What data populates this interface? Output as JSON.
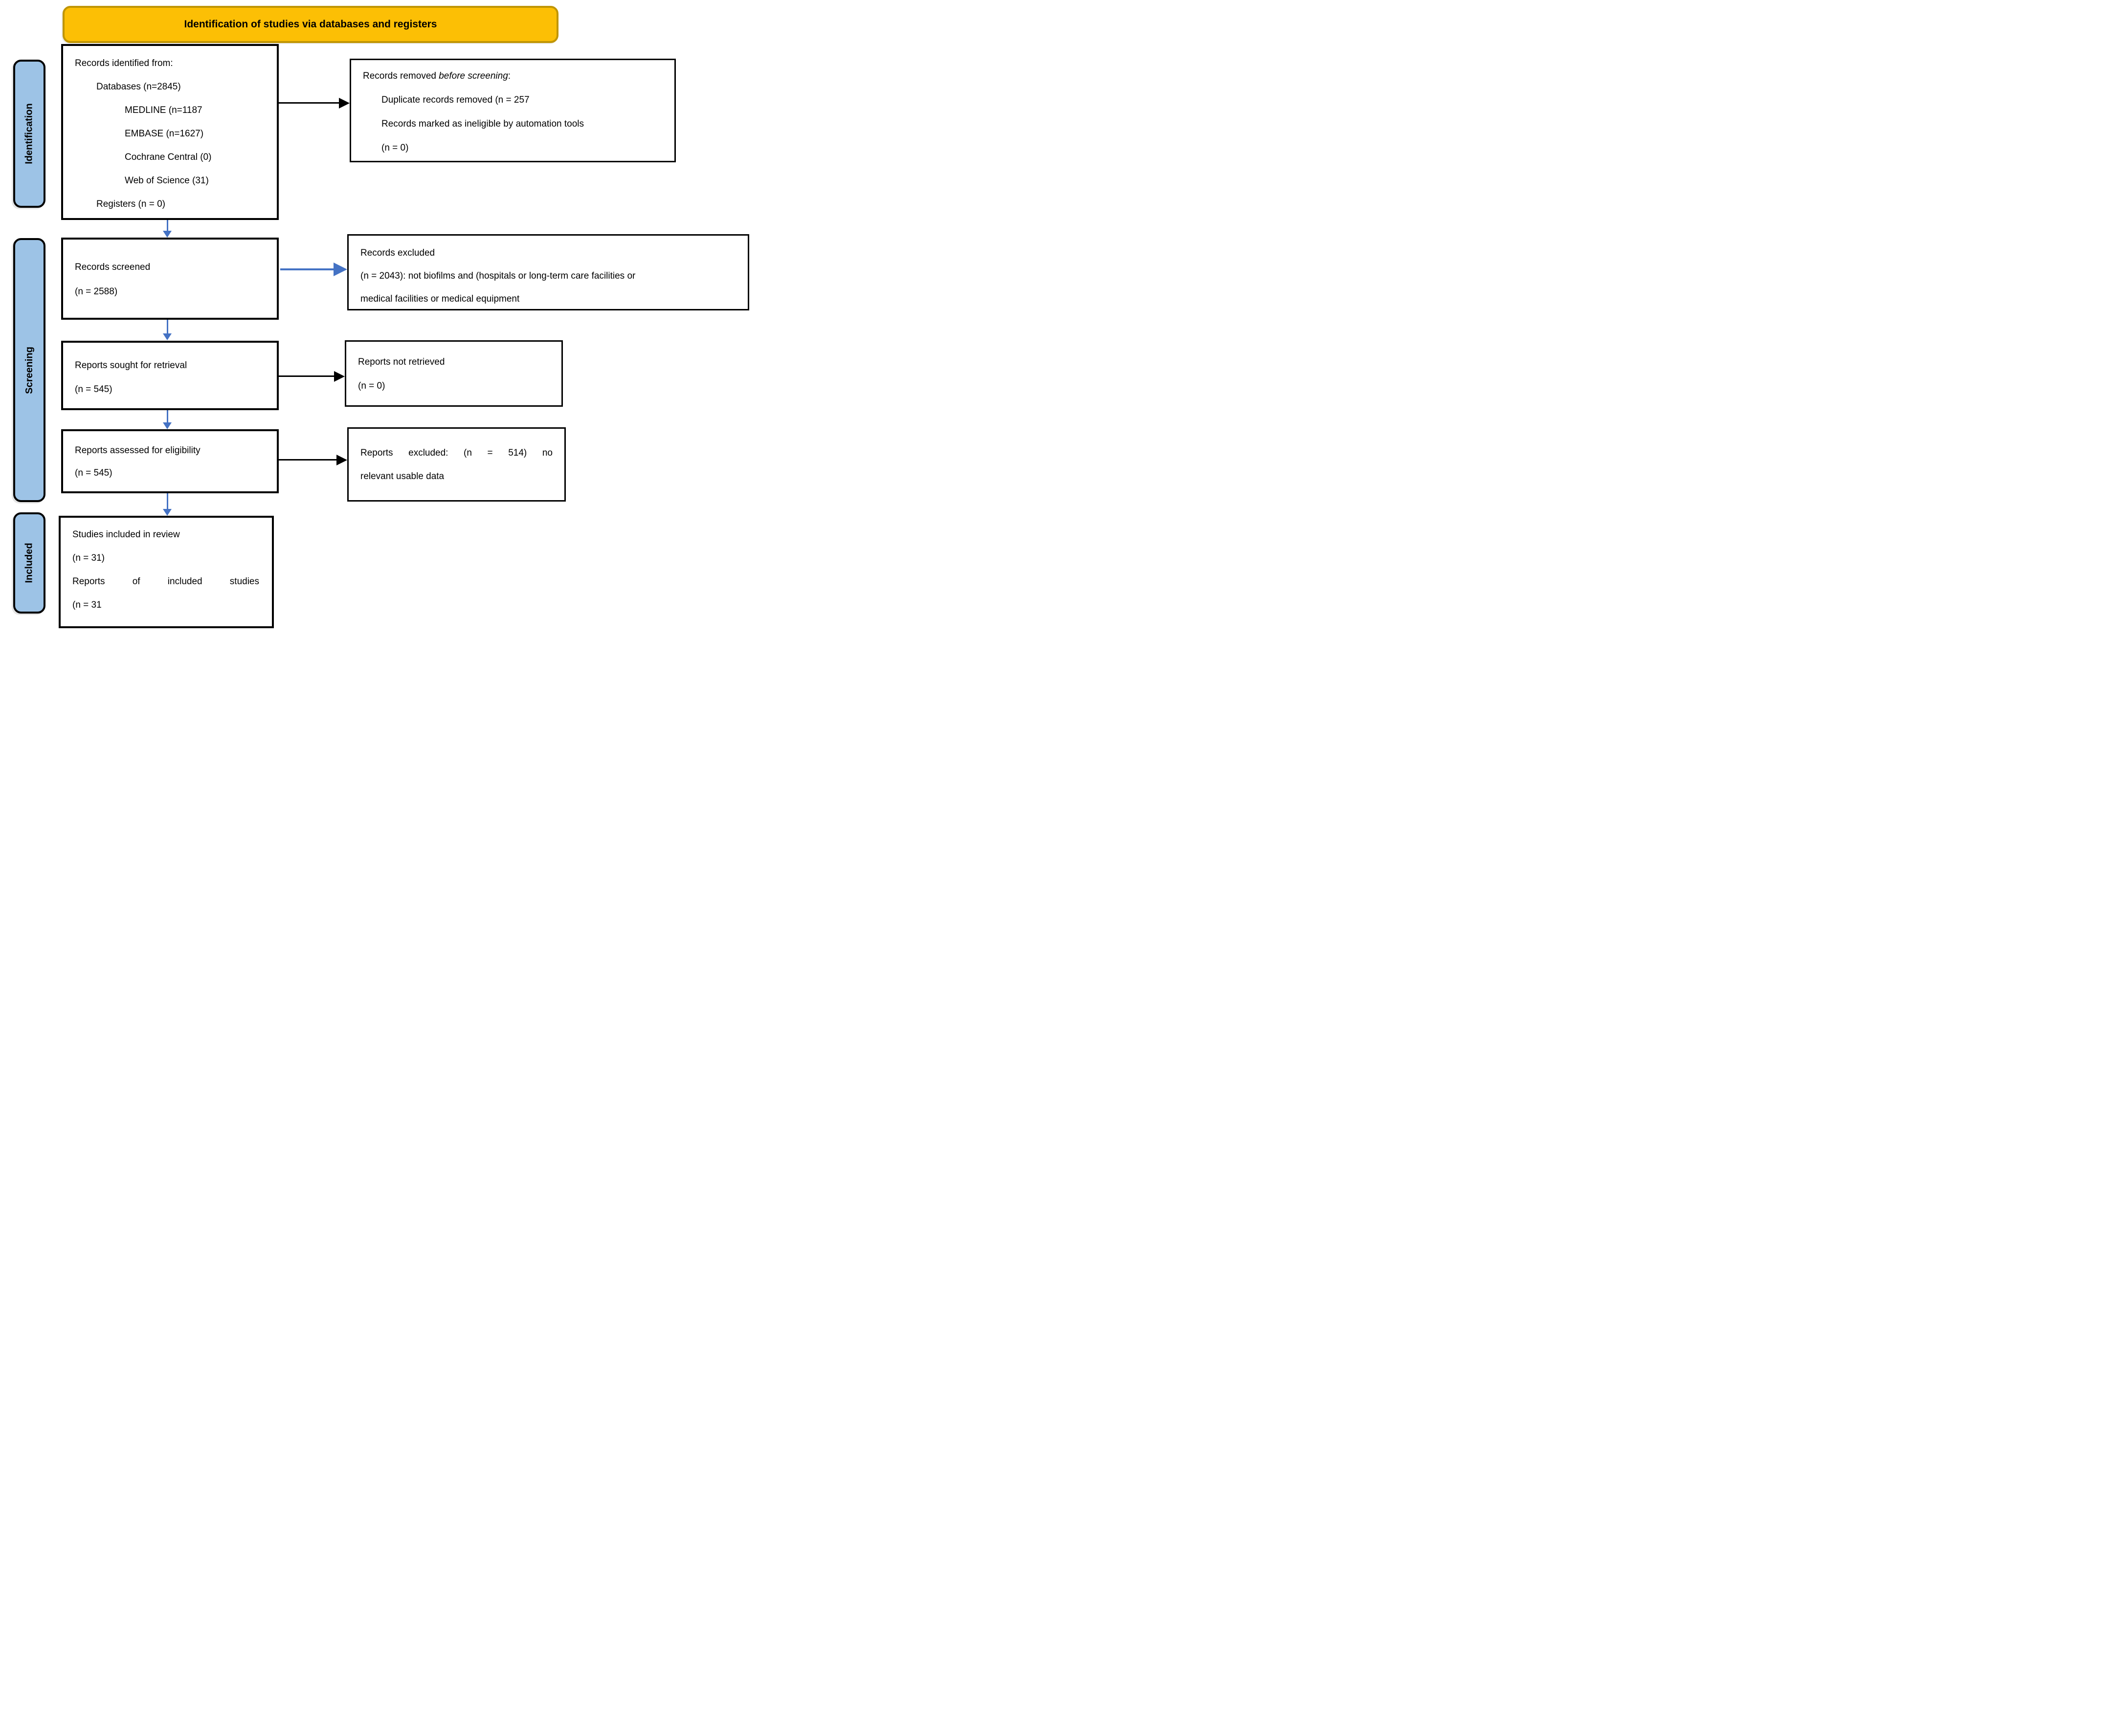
{
  "banner": {
    "title": "Identification of studies via databases and registers"
  },
  "sidebar": {
    "identification": "Identification",
    "screening": "Screening",
    "included": "Included"
  },
  "boxes": {
    "records_identified": {
      "lines": [
        "Records identified from:",
        "Databases (n=2845)",
        "MEDLINE (n=1187",
        "EMBASE (n=1627)",
        "Cochrane Central (0)",
        "Web of Science (31)",
        "Registers (n = 0)"
      ]
    },
    "records_removed": {
      "intro_prefix": "Records removed ",
      "intro_italic": "before screening",
      "intro_suffix": ":",
      "lines": [
        "Duplicate records removed (n = 257",
        "Records marked as ineligible by automation tools",
        "(n = 0)"
      ]
    },
    "records_screened": {
      "lines": [
        "Records screened",
        "(n = 2588)"
      ]
    },
    "records_excluded": {
      "lines": [
        "Records excluded",
        "(n = 2043): not biofilms and (hospitals or long-term care facilities or",
        "medical facilities or medical equipment"
      ]
    },
    "reports_sought": {
      "lines": [
        "Reports sought for retrieval",
        "(n = 545)"
      ]
    },
    "reports_not_retrieved": {
      "lines": [
        "Reports not retrieved",
        "(n = 0)"
      ]
    },
    "reports_assessed": {
      "lines": [
        "Reports assessed for eligibility",
        "(n = 545)"
      ]
    },
    "reports_excluded": {
      "lines": [
        "Reports excluded: (n = 514) no",
        "relevant usable data"
      ]
    },
    "studies_included": {
      "lines": [
        "Studies included in review",
        "(n = 31)",
        "Reports of included studies",
        "(n = 31"
      ]
    }
  },
  "colors": {
    "banner_fill": "#FCBF05",
    "banner_border": "#C09504",
    "sidebar_fill": "#9DC3E6",
    "arrow_blue": "#4472C4",
    "arrow_black": "#000000",
    "box_border": "#000000"
  }
}
